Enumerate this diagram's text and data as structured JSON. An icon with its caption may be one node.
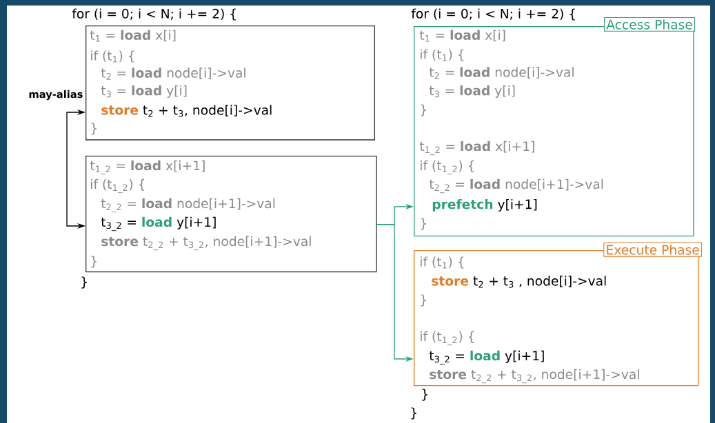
{
  "diagram": {
    "nodes": [
      {
        "text": [
          "t$_{1}$ = **load** x[i]",
          "if (t$_{1}$) {",
          "t$_{2}$ = **load** node[i]->val",
          "t$_{3}$ = **load** y[i]",
          "**store** t$_{2}$ + t$_{3}$, node[i]->val",
          "}"
        ]
      },
      {
        "text": [
          "t$_{1_2}$ = **load** x[i+1]",
          "if (t$_{1_2}$) {",
          "t$_{2_2}$ = **load** node[i+1]->val",
          "t$_{3_2}$ = **load** y[i+1]",
          "**store** t$_{2_2}$ + t$_{3_2}$, node[i+1]->val",
          "}"
        ]
      },
      {
        "text": [
          "Access Phase",
          "t$_{1}$ = **load** x[i]",
          "if (t$_{1}$) {",
          "t$_{2}$ = **load** node[i]->val",
          "t$_{3}$ = **load** y[i]",
          "}",
          "t$_{1_2}$ = **load** x[i+1]",
          "if (t$_{1_2}$) {",
          "t$_{2_2}$ = **load** node[i+1]->val",
          "**prefetch** y[i+1]",
          "}"
        ]
      },
      {
        "text": [
          "Execute Phase",
          "if (t$_{1}$) {",
          "**store** t$_{2}$ + t$_{3}$ , node[i]->val",
          "}",
          "if (t$_{1_2}$) {",
          "t$_{3_2}$ = **load** y[i+1]",
          "**store** t$_{2_2}$ + t$_{3_2}$, node[i+1]->val"
        ]
      }
    ],
    "edges": [
      {
        "from": 1,
        "to": 0,
        "arrow": "both",
        "label": "may-alias",
        "color": "#000000"
      },
      {
        "from": 1,
        "to": 2,
        "arrow": "to",
        "color": "#2e9e7e"
      },
      {
        "from": 1,
        "to": 3,
        "arrow": "to",
        "color": "#2e9e7e"
      }
    ],
    "labels": [
      "for (i = 0; i < N; i += 2) {",
      "}",
      "for (i = 0; i < N; i += 2) {",
      "}",
      "}"
    ]
  }
}
